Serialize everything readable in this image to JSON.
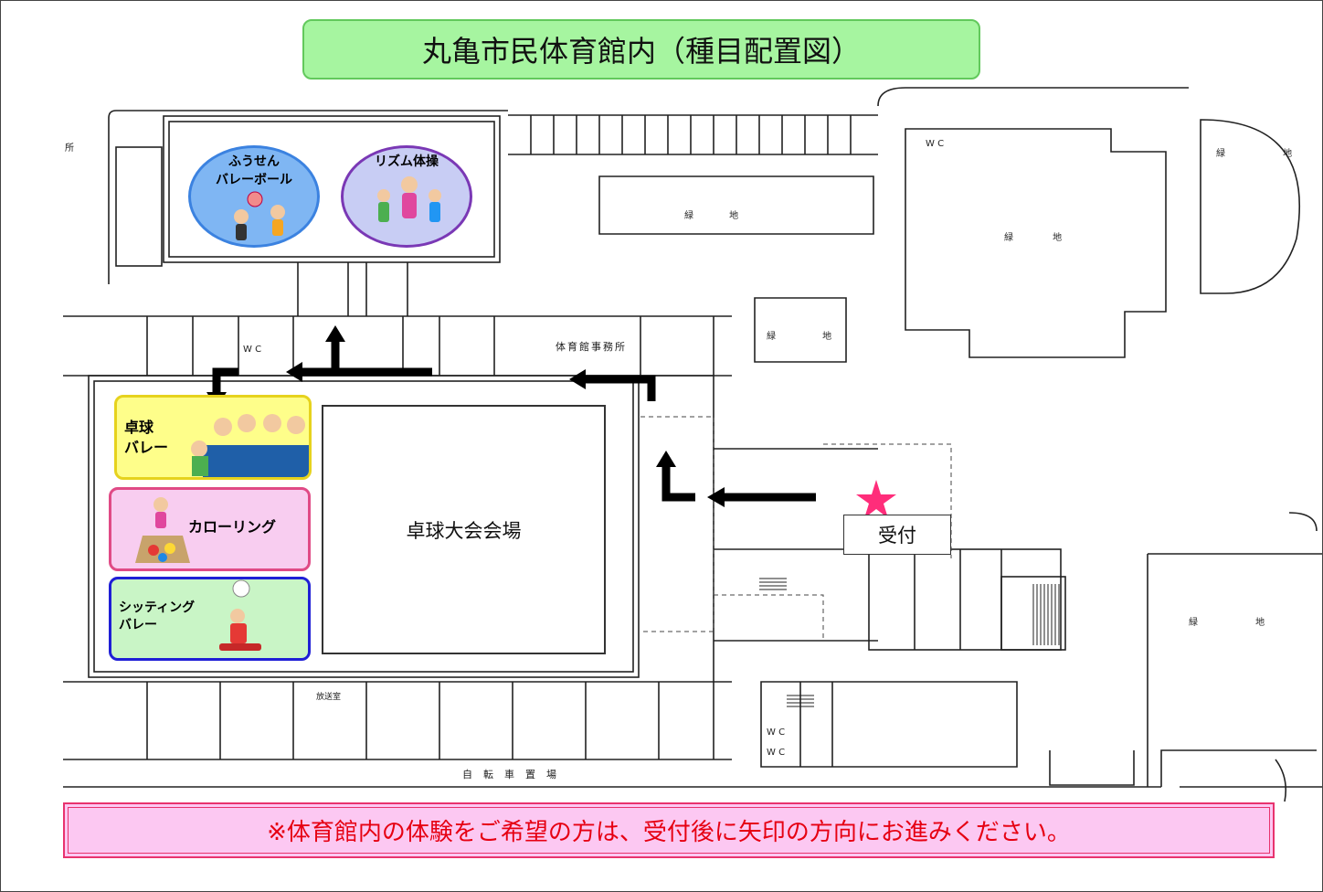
{
  "title": "丸亀市民体育館内（種目配置図）",
  "zones": {
    "balloon_volleyball": {
      "label": "ふうせん\nバレーボール",
      "fill": "#7fb6f3",
      "border": "#3b82e0"
    },
    "rhythm_exercise": {
      "label": "リズム体操",
      "fill": "#c8cdf4",
      "border": "#7a38b5"
    },
    "table_volleyball": {
      "label": "卓球\nバレー",
      "fill": "#fefe8a",
      "border": "#e6d21d"
    },
    "curling": {
      "label": "カローリング",
      "fill": "#f8cdf0",
      "border": "#e04a86"
    },
    "sitting_volleyball": {
      "label": "シッティング\nバレー",
      "fill": "#c9f5c6",
      "border": "#1f1fd6"
    }
  },
  "main_court": {
    "label": "卓球大会会場"
  },
  "reception": {
    "label": "受付",
    "marker_color": "#ff2d7a"
  },
  "plan_labels": {
    "office": "体育館事務所",
    "bicycle_parking": "自転車置場",
    "storage": "放送室",
    "wc": "W C",
    "greenery": "緑 地",
    "place": "所"
  },
  "notice": "※体育館内の体験をご希望の方は、受付後に矢印の方向にお進みください。",
  "colors": {
    "title_bg": "#a6f5a0",
    "notice_bg": "#fcc8f2",
    "notice_text": "#e60012",
    "arrow": "#000000",
    "lines": "#222222"
  }
}
